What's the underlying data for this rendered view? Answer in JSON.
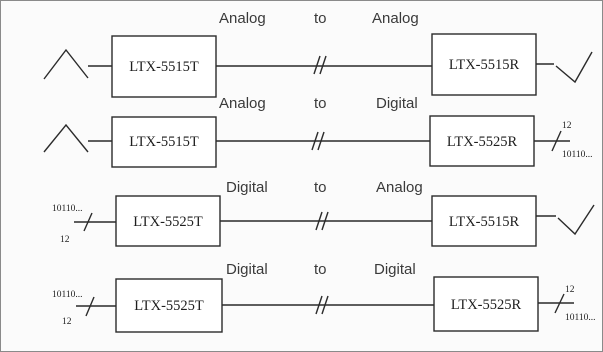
{
  "rows": [
    {
      "from_label": "Analog",
      "mid_label": "to",
      "to_label": "Analog",
      "tx": "LTX-5515T",
      "rx": "LTX-5515R",
      "input": "analog",
      "output": "analog"
    },
    {
      "from_label": "Analog",
      "mid_label": "to",
      "to_label": "Digital",
      "tx": "LTX-5515T",
      "rx": "LTX-5525R",
      "input": "analog",
      "output": "digital",
      "out_bits": "12",
      "out_code": "10110..."
    },
    {
      "from_label": "Digital",
      "mid_label": "to",
      "to_label": "Analog",
      "tx": "LTX-5525T",
      "rx": "LTX-5515R",
      "input": "digital",
      "output": "analog",
      "in_code": "10110...",
      "in_bits": "12"
    },
    {
      "from_label": "Digital",
      "mid_label": "to",
      "to_label": "Digital",
      "tx": "LTX-5525T",
      "rx": "LTX-5525R",
      "input": "digital",
      "output": "digital",
      "in_code": "10110...",
      "in_bits": "12",
      "out_bits": "12",
      "out_code": "10110..."
    }
  ]
}
